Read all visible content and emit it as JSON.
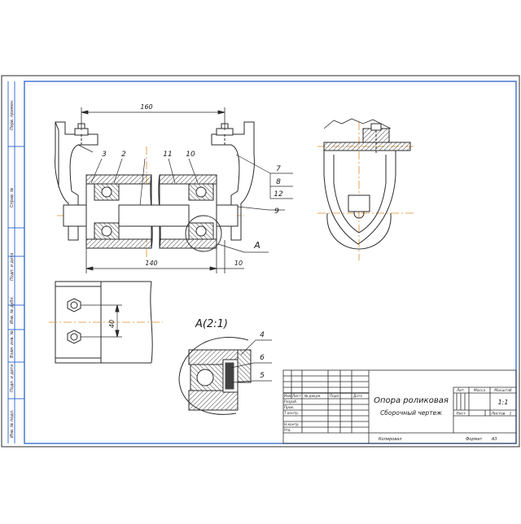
{
  "colors": {
    "line": "#2a2a2a",
    "frame": "#3a6fd0",
    "hatch": "#444444",
    "axis": "#e08a2a",
    "paper": "#ffffff"
  },
  "side_stamps": [
    "Перв. примен.",
    "Справ. №",
    "Подп. и дата",
    "Инв. № дубл.",
    "Взам. инв. №",
    "Подп. и дата",
    "Инв. № подл."
  ],
  "dimensions": {
    "top": "160",
    "bottom": "140",
    "right": "10",
    "side_view_spacing": "40"
  },
  "callouts": {
    "main": [
      "3",
      "2",
      "11",
      "10",
      "7",
      "8",
      "12",
      "9"
    ],
    "detail": [
      "4",
      "6",
      "5"
    ],
    "view_marker": "А"
  },
  "detail_title": "А(2:1)",
  "title_block": {
    "title": "Опора роликовая",
    "subtitle": "Сборочный чертеж",
    "lit_label": "Лит.",
    "mass_label": "Масса",
    "scale_label": "Масштаб",
    "scale_value": "1:1",
    "sheet_label": "Лист",
    "sheets_label": "Листов",
    "sheets_value": "1",
    "copied_label": "Копировал",
    "format_label": "Формат",
    "format_value": "А3",
    "header_cols": [
      "Изм.",
      "Лист",
      "№ докум.",
      "Подп.",
      "Дата"
    ],
    "rows": [
      "Разраб.",
      "Пров.",
      "Т.контр.",
      "",
      "Н.контр.",
      "Утв."
    ]
  }
}
